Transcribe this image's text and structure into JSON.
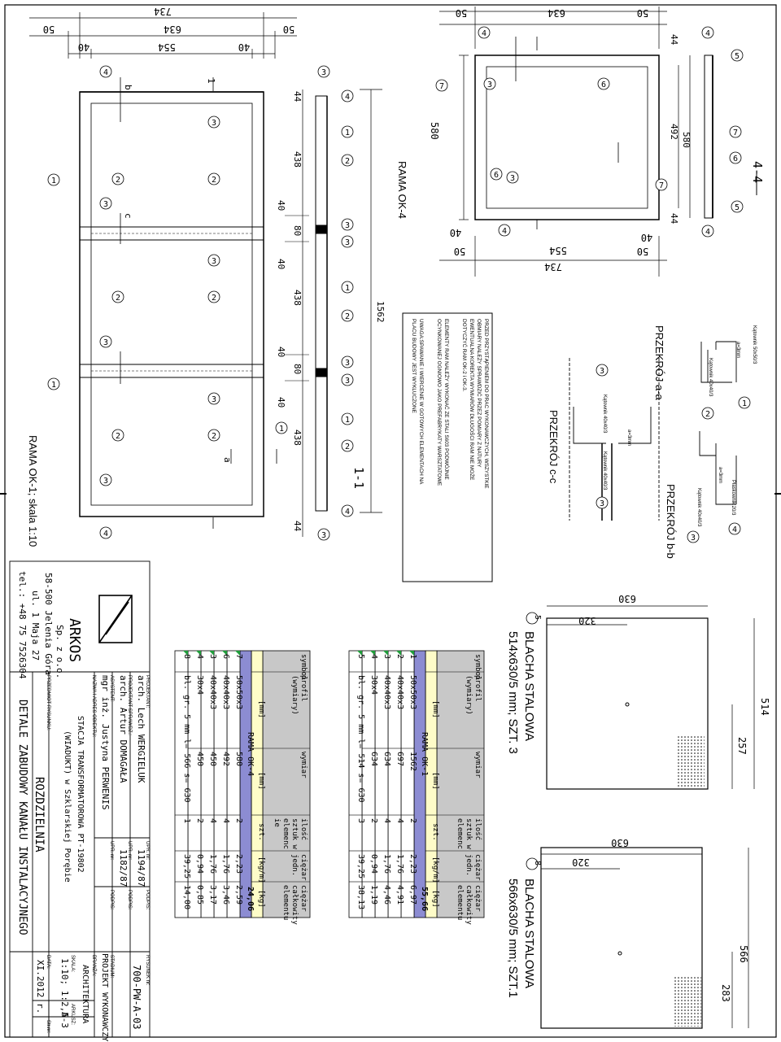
{
  "drawing": {
    "ok1": {
      "title": "RAMA OK-1;  skala 1:10",
      "dim_total": "734",
      "dim_inner": "634",
      "dim_clear": "554",
      "dim_end_left": "50",
      "dim_end_right": "50",
      "dim_flange_left": "40",
      "dim_flange_right": "40",
      "cut_b": "b",
      "cut_c": "c",
      "cut_a": "a",
      "cut_1": "1"
    },
    "sec11": {
      "title": "1-1",
      "length_total": "1562",
      "seg_a": "438",
      "seg_b": "80",
      "seg_c": "40",
      "seg_d": "44"
    },
    "ok4": {
      "title": "RAMA OK-4",
      "dim_total": "734",
      "dim_inner": "634",
      "dim_clear": "554",
      "dim_end": "50",
      "dim_flange": "40",
      "height": "580"
    },
    "sec44": {
      "title": "4-4",
      "height": "580",
      "inner": "492",
      "edge": "44"
    },
    "sections": {
      "aa": "PRZEKRÓJ a-a",
      "bb": "PRZEKRÓJ b-b",
      "cc": "PRZEKRÓJ c-c",
      "angle50": "Kątownik 50x50/3",
      "angle40": "Kątownik 40x40/3",
      "flat": "Płaskownik 20/3",
      "weld": "a=3mm"
    },
    "notes": [
      "PRZED PRZYSTĄPIENIEM DO PRAC WYKONAWCZYCH, WSZYSTKIE",
      "OBMIARY NALEŻY SPRAWDZIĆ PRZEZ POMIARY Z NATURY",
      "EWENTUALNA KOREKTA WYMIARÓW DŁUGOŚCI RAM NIE MOŻE",
      "DOTYCZYĆ RAM OK-2 i OK-3.",
      "",
      "ELEMENTY RAM NALEŻY WYKONAĆ ZE STALI S603 PODWÓJNIE",
      "OCYNKOWANEJ OGNIOWO JAKO PREFABRYKATY WARSZTATOWE",
      "",
      "UWAGA:SPAWANIE I WIERCENIE W GOTOWYCH ELEMENTACH NA",
      "PLACU BUDOWY JEST WYKLUCZONE"
    ],
    "plate5": {
      "num": "5",
      "title": "BLACHA STALOWA",
      "spec": "514x630/5 mm; SZT. 3",
      "w": "630",
      "half": "320",
      "h": "514",
      "hhalf": "257"
    },
    "plate8": {
      "num": "8",
      "title": "BLACHA STALOWA",
      "spec": "566x630/5 mm; SZT.1",
      "w": "630",
      "half": "320",
      "h": "566",
      "hhalf": "283"
    }
  },
  "table_ok1": {
    "headers": [
      "symbol",
      "profil (wymiary)",
      "wymiar",
      "ilość sztuk w elemenc",
      "ciężar jedn.",
      "ciężar całkowity elementu"
    ],
    "units": [
      "",
      "[mm]",
      "[mm]",
      "szt.",
      "[kg/m]",
      "[kg]"
    ],
    "group": "RAMA OK-1",
    "group_total": "55,66",
    "rows": [
      [
        "1",
        "50x50x3",
        "1562",
        "2",
        "2,23",
        "6,97"
      ],
      [
        "2",
        "40x40x3",
        "697",
        "4",
        "1,76",
        "4,91"
      ],
      [
        "3",
        "40x40x3",
        "634",
        "4",
        "1,76",
        "4,46"
      ],
      [
        "4",
        "30x4",
        "634",
        "2",
        "0,94",
        "1,19"
      ],
      [
        "5",
        "bl. gr. 5 mm  l= 514  s= 630",
        "",
        "3",
        "39,25",
        "38,13"
      ]
    ]
  },
  "table_ok4": {
    "headers": [
      "symbol",
      "profil (wymiary)",
      "wymiar",
      "ilość sztuk w elemenc ie",
      "ciężar jedn.",
      "ciężar całkowity elementu"
    ],
    "units": [
      "",
      "[mm]",
      "[mm]",
      "szt.",
      "[kg/m]",
      "[kg]"
    ],
    "group": "RAMA OK-4",
    "group_total": "24,06",
    "rows": [
      [
        "7",
        "50x50x3",
        "580",
        "2",
        "2,23",
        "2,59"
      ],
      [
        "6",
        "40x40x3",
        "492",
        "4",
        "1,76",
        "3,46"
      ],
      [
        "3",
        "40x40x3",
        "450",
        "4",
        "1,76",
        "3,17"
      ],
      [
        "4",
        "30x4",
        "450",
        "2",
        "0,94",
        "0,85"
      ],
      [
        "8",
        "bl. gr. 5 mm  l= 566  s= 630",
        "",
        "1",
        "39,25",
        "14,00"
      ]
    ]
  },
  "titleblock": {
    "company": "ARKOS",
    "company_sub": "Sp. z o.o.",
    "address1": "58-500 Jelenia Góra",
    "address2": "ul. 1 Maja 27",
    "phone": "tel.: +48 75 7526304",
    "projektant_lbl": "PROJEKTANT:",
    "projektant": "arch. Lech WERGIELUK",
    "upr1_lbl": "UPR. nr:",
    "upr1": "1194/87",
    "sprawdzil_lbl": "PROJEKTANT SPRAWDZ.:",
    "sprawdzil": "arch. Artur DOMAGAŁA",
    "upr2_lbl": "UPR. nr:",
    "upr2": "1182/87",
    "asystent_lbl": "ASYSTENT:",
    "asystent": "mgr inż. Justyna PERWENIS",
    "upr3_lbl": "UPR. nr:",
    "podpis_lbl": "PODPIS:",
    "obiekt_lbl": "NAZWA I ADRES OBIEKTU:",
    "obiekt1": "STACJA TRANSFORMATOROWA PT-19802",
    "obiekt2": "(WIADUKT) w Szklarskiej Porębie",
    "przedmiot_lbl": "PRZEDMIOT RYSUNKU:",
    "przedmiot1": "ROZDZIELNIA",
    "przedmiot2": "DETALE ZABUDOWY KANAŁU INSTALACYJNEGO",
    "rysunek_lbl": "RYSUNEK nr:",
    "rysunek": "700-PW-A-03",
    "stadium_lbl": "STADIUM:",
    "stadium": "PROJEKT WYKONAWCZY",
    "branza_lbl": "BRANŻA:",
    "branza": "ARCHITEKTURA",
    "skala_lbl": "SKALA:",
    "skala": "1:10; 1:2,5",
    "arkusz_lbl": "ARKUSZ:",
    "arkusz": "A-3",
    "data_lbl": "DATA:",
    "data": "XI.2012 r.",
    "str_lbl": "Str.nr:"
  },
  "colors": {
    "table_header": "#c8c8c8",
    "table_units": "#fefcc8",
    "table_group": "#8c8cd2",
    "marker": "#1f9d3a"
  }
}
